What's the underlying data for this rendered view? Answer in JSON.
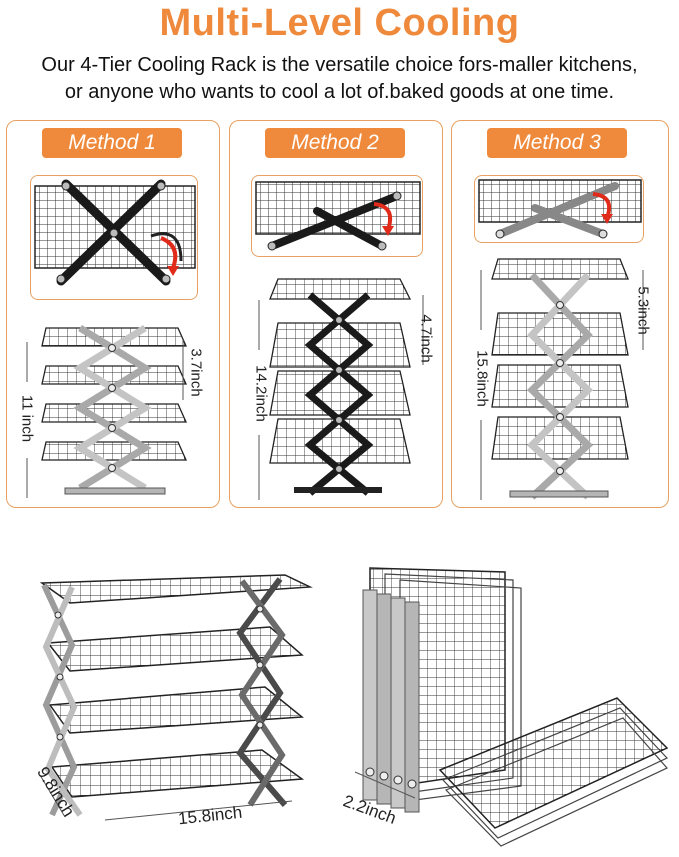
{
  "header": {
    "title": "Multi-Level Cooling",
    "subtitle_line1": "Our 4-Tier Cooling Rack is the versatile choice fors-maller kitchens,",
    "subtitle_line2": "or anyone who wants to cool a lot of.baked goods at one time."
  },
  "methods": [
    {
      "label": "Method 1",
      "tier_gap": "3.7inch",
      "total_height": "11 inch"
    },
    {
      "label": "Method 2",
      "tier_gap": "4.7inch",
      "total_height": "14.2inch"
    },
    {
      "label": "Method 3",
      "tier_gap": "5.3inch",
      "total_height": "15.8inch"
    }
  ],
  "bottom": {
    "depth": "9.8inch",
    "width": "15.8inch",
    "folded_thickness": "2.2inch"
  },
  "colors": {
    "accent": "#ef8a3c",
    "panel_border": "#e8a163",
    "arrow": "#e02a1a"
  }
}
